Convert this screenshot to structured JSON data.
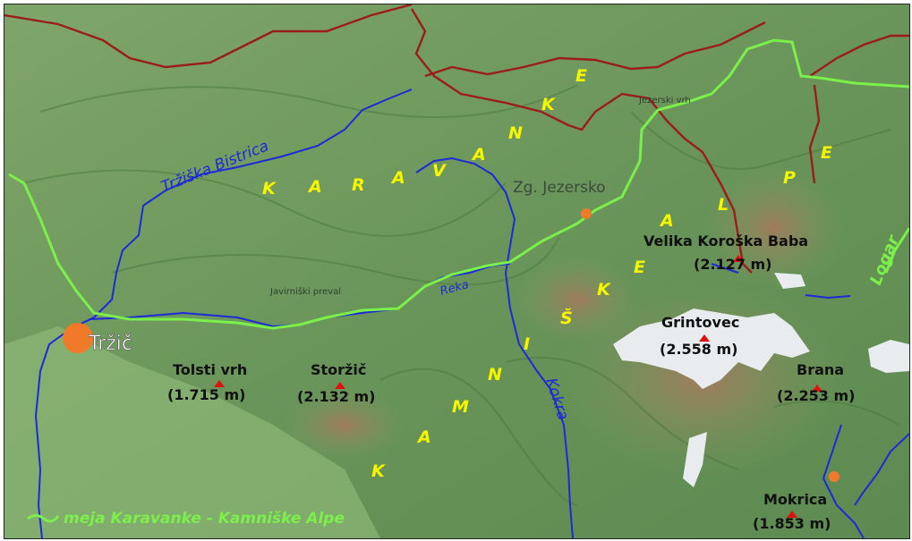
{
  "map": {
    "ranges": {
      "karavanke": [
        "K",
        "A",
        "R",
        "A",
        "V",
        "A",
        "N",
        "K",
        "E"
      ],
      "kamniske_alpe": [
        "K",
        "A",
        "M",
        "N",
        "I",
        "Š",
        "K",
        "E",
        "A",
        "L",
        "P",
        "E"
      ]
    },
    "towns": {
      "trzic": "Tržič",
      "zg_jezersko": "Zg. Jezersko"
    },
    "places": {
      "jezerski_vrh": "Jezerski vrh",
      "javirniski_preval": "Javirniški preval"
    },
    "rivers": {
      "trziska_bistrica": "Tržiška Bistrica",
      "reka": "Reka",
      "kokra": "Kokra",
      "logar": "Logar"
    },
    "peaks": [
      {
        "name": "Tolsti vrh",
        "elevation": "(1.715 m)"
      },
      {
        "name": "Storžič",
        "elevation": "(2.132 m)"
      },
      {
        "name": "Velika Koroška Baba",
        "elevation": "(2.127 m)"
      },
      {
        "name": "Grintovec",
        "elevation": "(2.558 m)"
      },
      {
        "name": "Brana",
        "elevation": "(2.253 m)"
      },
      {
        "name": "Mokrica",
        "elevation": "(1.853 m)"
      }
    ],
    "legend": "meja Karavanke - Kamniške Alpe",
    "colors": {
      "terrain": "#6e9a5e",
      "border_line": "#7cf04a",
      "river": "#1c2bd6",
      "state_border": "#9b1c1c",
      "range_label": "#f6f600",
      "town_dot": "#f07a2a",
      "peak_marker": "#e01010",
      "snow": "#e8ecef"
    }
  }
}
